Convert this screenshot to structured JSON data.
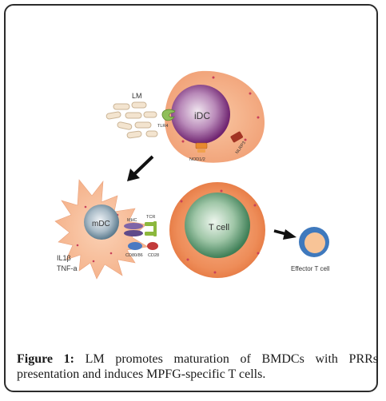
{
  "diagram": {
    "lm_label": "LM",
    "tlr4_label": "TLR4",
    "idc_label": "iDC",
    "nod_label": "NOD1/2",
    "nlrp3_label": "NLRP3",
    "mdc_label": "mDC",
    "mhc_label": "MHC",
    "tcr_label": "TCR",
    "cd80_label": "CD80/86",
    "cd28_label": "CD28",
    "il1b_label": "IL1β",
    "tnfa_label": "TNF-a",
    "tcell_label": "T cell",
    "effector_label": "Effector T cell"
  },
  "caption": {
    "prefix": "Figure 1:",
    "text": " LM promotes maturation of BMDCs with PRRs presentation and induces MPFG-specific T cells."
  },
  "colors": {
    "cell_orange": "#f3a77c",
    "idc_nucleus": "#7b2c7c",
    "tcell_nucleus": "#4f8a63",
    "mdc_nucleus": "#5f7f91",
    "effector_blue": "#3f79bd"
  }
}
